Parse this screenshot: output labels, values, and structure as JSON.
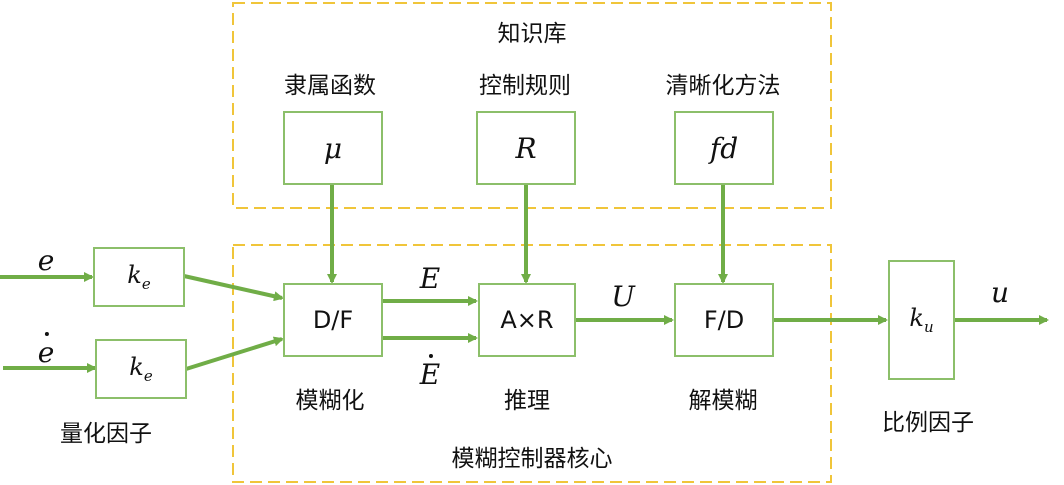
{
  "knowledge_base": {
    "title": "知识库",
    "membership": {
      "label": "隶属函数",
      "symbol": "μ"
    },
    "rules": {
      "label": "控制规则",
      "symbol": "R"
    },
    "defuzz_method": {
      "label": "清晰化方法",
      "symbol": "fd"
    }
  },
  "core": {
    "title": "模糊控制器核心",
    "fuzzify": {
      "symbol": "D/F",
      "label": "模糊化"
    },
    "inference": {
      "symbol": "A×R",
      "label": "推理"
    },
    "defuzzify": {
      "symbol": "F/D",
      "label": "解模糊"
    }
  },
  "inputs": {
    "e": "e",
    "edot": "e",
    "ke_main": "k",
    "ke_sub": "e",
    "label": "量化因子"
  },
  "signals": {
    "E": "E",
    "Edot": "E",
    "U": "U"
  },
  "output": {
    "ku_main": "k",
    "ku_sub": "u",
    "u": "u",
    "label": "比例因子"
  },
  "colors": {
    "arrow": "#70ad47",
    "box_border": "#8cbf6a",
    "dashed": "#f0c53a"
  }
}
